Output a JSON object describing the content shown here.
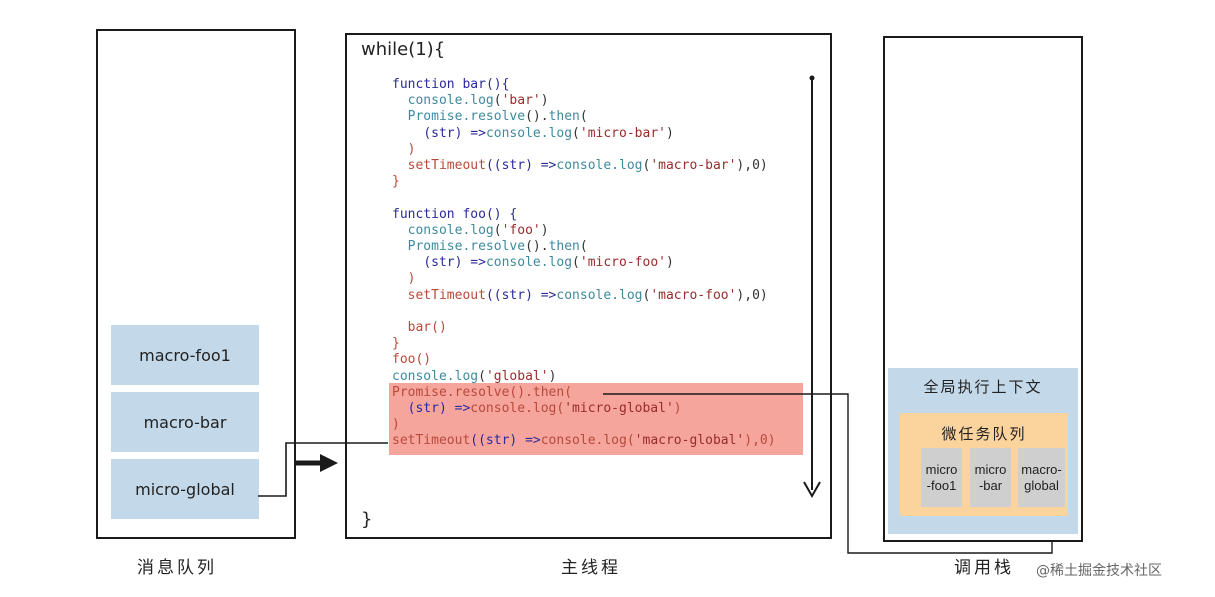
{
  "message_queue": {
    "label": "消息队列",
    "items": [
      "macro-foo1",
      "macro-bar",
      "micro-global"
    ]
  },
  "main_thread": {
    "label": "主线程",
    "open": "while(1){",
    "close": "}",
    "code": {
      "l1_kw": "function ",
      "l1_fn": "bar",
      "l1_rest": "(){",
      "l2_obj": "console.",
      "l2_fn": "log",
      "l2_p": "(",
      "l2_s": "'bar'",
      "l2_e": ")",
      "l3_obj": "Promise.",
      "l3_fn": "resolve",
      "l3_mid": "().",
      "l3_fn2": "then",
      "l3_e": "(",
      "l4_a": "(str) =>",
      "l4_obj": "console.",
      "l4_fn": "log",
      "l4_p": "(",
      "l4_s": "'micro-bar'",
      "l4_e": ")",
      "l5": ")",
      "l6_fn": "setTimeout",
      "l6_a": "((str) =>",
      "l6_obj": "console.",
      "l6_fn2": "log",
      "l6_p": "(",
      "l6_s": "'macro-bar'",
      "l6_e": "),0)",
      "l7": "}",
      "l9_kw": "function ",
      "l9_fn": "foo",
      "l9_rest": "() {",
      "l10_obj": "console.",
      "l10_fn": "log",
      "l10_p": "(",
      "l10_s": "'foo'",
      "l10_e": ")",
      "l11_obj": "Promise.",
      "l11_fn": "resolve",
      "l11_mid": "().",
      "l11_fn2": "then",
      "l11_e": "(",
      "l12_a": "(str) =>",
      "l12_obj": "console.",
      "l12_fn": "log",
      "l12_p": "(",
      "l12_s": "'micro-foo'",
      "l12_e": ")",
      "l13": ")",
      "l14_fn": "setTimeout",
      "l14_a": "((str) =>",
      "l14_obj": "console.",
      "l14_fn2": "log",
      "l14_p": "(",
      "l14_s": "'macro-foo'",
      "l14_e": "),0)",
      "l16": "bar()",
      "l17": "}",
      "l18": "foo()",
      "l19_obj": "console.",
      "l19_fn": "log",
      "l19_p": "(",
      "l19_s": "'global'",
      "l19_e": ")",
      "l20_obj": "Promise.",
      "l20_fn": "resolve",
      "l20_mid": "().",
      "l20_fn2": "then",
      "l20_e": "(",
      "l21_a": "(str) =>",
      "l21_obj": "console.",
      "l21_fn": "log",
      "l21_p": "(",
      "l21_s": "'micro-global'",
      "l21_e": ")",
      "l22": ")",
      "l23_fn": "setTimeout",
      "l23_a": "((str) =>",
      "l23_obj": "console.",
      "l23_fn2": "log",
      "l23_p": "(",
      "l23_s": "'macro-global'",
      "l23_e": "),0)"
    }
  },
  "call_stack": {
    "label": "调用栈",
    "context_title": "全局执行上下文",
    "micro_title": "微任务队列",
    "micro_items": [
      "micro\n-foo1",
      "micro\n-bar",
      "macro-\nglobal"
    ]
  },
  "watermark": "@稀土掘金技术社区",
  "colors": {
    "queue_item": "#c3d8e9",
    "highlight": "#f6a59d",
    "micro_box": "#fbd49d",
    "micro_item": "#cfcfcf"
  }
}
